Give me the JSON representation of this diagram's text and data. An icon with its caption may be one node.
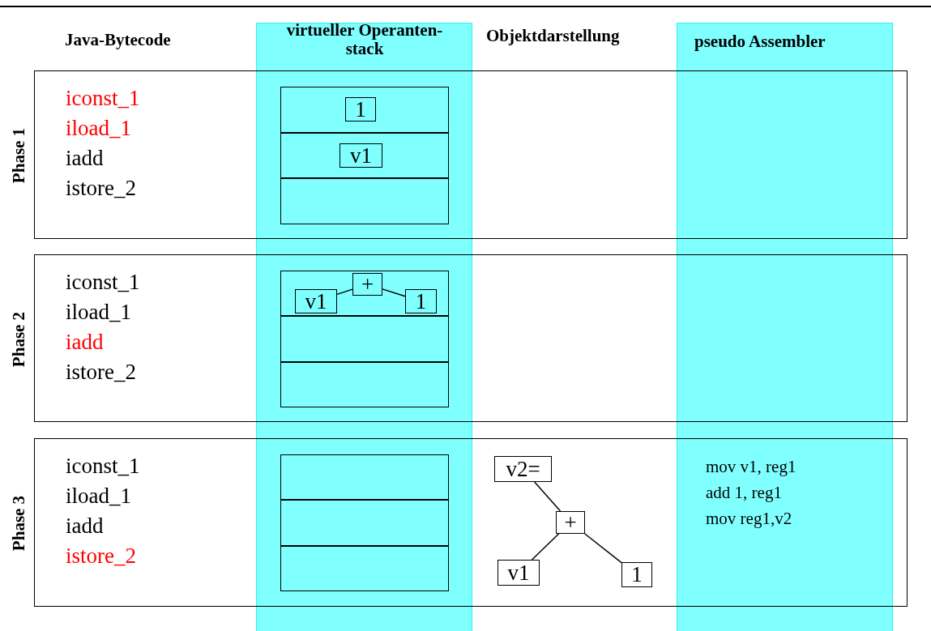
{
  "diagram": {
    "nodes": [
      {
        "text": [
          "Phase 1",
          "iconst_1",
          "iload_1",
          "iadd",
          "istore_2"
        ]
      },
      {
        "text": [],
        "shape": "box",
        "in": 0
      },
      {
        "text": [
          "1"
        ],
        "in": 1
      },
      {
        "text": [
          "v1"
        ],
        "in": 1
      },
      {
        "text": [
          "Phase 2",
          "iconst_1",
          "iload_1",
          "iadd",
          "istore_2"
        ]
      },
      {
        "text": [],
        "shape": "box",
        "in": 4
      },
      {
        "text": [
          "v1"
        ],
        "in": 5
      },
      {
        "text": [
          "+"
        ],
        "in": 5
      },
      {
        "text": [
          "1"
        ],
        "in": 5
      },
      {
        "text": [
          "Phase 3",
          "iconst_1",
          "iload_1",
          "iadd",
          "istore_2",
          "mov v1, reg1",
          "add 1, reg1",
          "mov reg1,v2"
        ]
      },
      {
        "text": [],
        "shape": "box",
        "in": 9
      },
      {
        "text": [
          "v2="
        ],
        "in": 9
      },
      {
        "text": [
          "+"
        ],
        "in": 9
      },
      {
        "text": [
          "v1"
        ],
        "in": 9
      },
      {
        "text": [
          "1"
        ],
        "in": 9
      }
    ],
    "edges": [
      {
        "from": 6,
        "to": 7,
        "arrow": "none"
      },
      {
        "from": 7,
        "to": 8,
        "arrow": "none"
      },
      {
        "from": 11,
        "to": 12,
        "arrow": "none"
      },
      {
        "from": 12,
        "to": 13,
        "arrow": "none"
      },
      {
        "from": 12,
        "to": 14,
        "arrow": "none"
      }
    ],
    "labels": [
      "Java-Bytecode",
      "virtueller Operanten- stack",
      "Objektdarstellung",
      "pseudo Assembler"
    ]
  }
}
